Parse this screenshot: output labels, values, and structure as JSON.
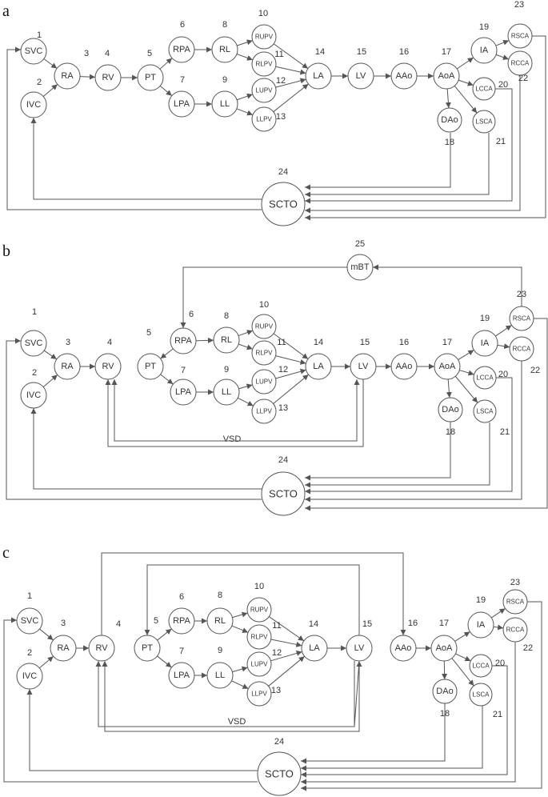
{
  "colors": {
    "line": "#555555",
    "text": "#333333"
  },
  "nodes": {
    "SVC": {
      "label": "SVC",
      "num": "1"
    },
    "IVC": {
      "label": "IVC",
      "num": "2"
    },
    "RA": {
      "label": "RA",
      "num": "3"
    },
    "RV": {
      "label": "RV",
      "num": "4"
    },
    "PT": {
      "label": "PT",
      "num": "5"
    },
    "RPA": {
      "label": "RPA",
      "num": "6"
    },
    "LPA": {
      "label": "LPA",
      "num": "7"
    },
    "RL": {
      "label": "RL",
      "num": "8"
    },
    "LL": {
      "label": "LL",
      "num": "9"
    },
    "RUPV": {
      "label": "RUPV",
      "num": "10"
    },
    "RLPV": {
      "label": "RLPV",
      "num": "11"
    },
    "LUPV": {
      "label": "LUPV",
      "num": "12"
    },
    "LLPV": {
      "label": "LLPV",
      "num": "13"
    },
    "LA": {
      "label": "LA",
      "num": "14"
    },
    "LV": {
      "label": "LV",
      "num": "15"
    },
    "AAo": {
      "label": "AAo",
      "num": "16"
    },
    "AoA": {
      "label": "AoA",
      "num": "17"
    },
    "DAo": {
      "label": "DAo",
      "num": "18"
    },
    "IA": {
      "label": "IA",
      "num": "19"
    },
    "LCCA": {
      "label": "LCCA",
      "num": "20"
    },
    "LSCA": {
      "label": "LSCA",
      "num": "21"
    },
    "RCCA": {
      "label": "RCCA",
      "num": "22"
    },
    "RSCA": {
      "label": "RSCA",
      "num": "23"
    },
    "SCTO": {
      "label": "SCTO",
      "num": "24"
    },
    "mBT": {
      "label": "mBT",
      "num": "25"
    }
  },
  "panels": [
    {
      "label": "a",
      "connection_label": ""
    },
    {
      "label": "b",
      "connection_label": "VSD"
    },
    {
      "label": "c",
      "connection_label": "VSD"
    }
  ],
  "edges_core": [
    [
      "SVC",
      "RA"
    ],
    [
      "IVC",
      "RA"
    ],
    [
      "RA",
      "RV"
    ],
    [
      "RPA",
      "RL"
    ],
    [
      "LPA",
      "LL"
    ],
    [
      "RL",
      "RUPV"
    ],
    [
      "RL",
      "RLPV"
    ],
    [
      "LL",
      "LUPV"
    ],
    [
      "LL",
      "LLPV"
    ],
    [
      "RUPV",
      "LA"
    ],
    [
      "RLPV",
      "LA"
    ],
    [
      "LUPV",
      "LA"
    ],
    [
      "LLPV",
      "LA"
    ],
    [
      "LA",
      "LV"
    ],
    [
      "AAo",
      "AoA"
    ],
    [
      "AoA",
      "IA"
    ],
    [
      "AoA",
      "LCCA"
    ],
    [
      "AoA",
      "LSCA"
    ],
    [
      "AoA",
      "DAo"
    ],
    [
      "IA",
      "RSCA"
    ],
    [
      "IA",
      "RCCA"
    ]
  ]
}
